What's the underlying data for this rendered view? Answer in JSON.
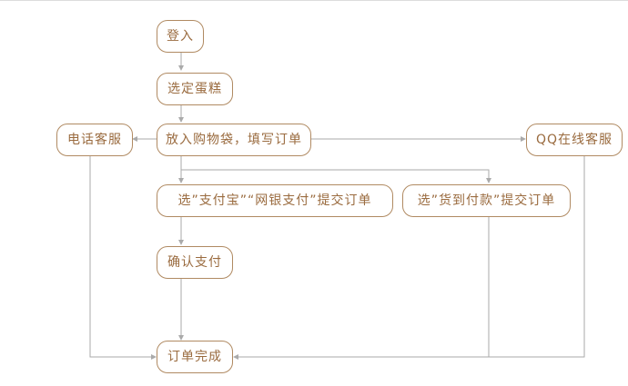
{
  "nodes": {
    "login": "登入",
    "select_cake": "选定蛋糕",
    "add_to_bag": "放入购物袋，填写订单",
    "phone_service": "电话客服",
    "qq_service": "QQ在线客服",
    "alipay_submit": "选”支付宝”“网银支付”提交订单",
    "cod_submit": "选”货到付款”提交订单",
    "confirm_payment": "确认支付",
    "order_complete": "订单完成"
  },
  "colors": {
    "line": "#aaaaaa",
    "node_border": "#b08a62",
    "node_text": "#9a6b3f"
  }
}
